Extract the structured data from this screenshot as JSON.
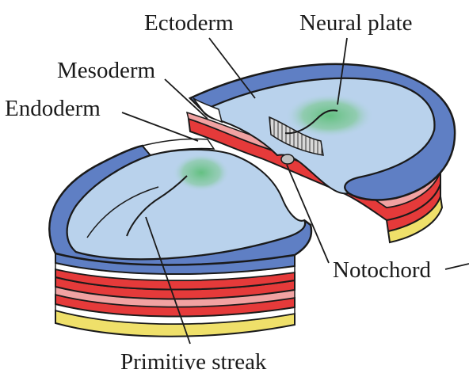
{
  "labels": {
    "ectoderm": "Ectoderm",
    "neural_plate": "Neural plate",
    "mesoderm": "Mesoderm",
    "endoderm": "Endoderm",
    "notochord": "Notochord",
    "primitive_streak": "Primitive streak"
  },
  "colors": {
    "ectoderm_blue": "#5f7fc4",
    "ectoderm_light": "#b9d2ec",
    "neural_green": "#6fc08c",
    "mesoderm_red": "#e53a3a",
    "mesoderm_pink": "#f1a2a2",
    "endoderm_yellow": "#efe06a",
    "notochord_gray": "#bfbfbf",
    "outline": "#1a1a1a"
  }
}
